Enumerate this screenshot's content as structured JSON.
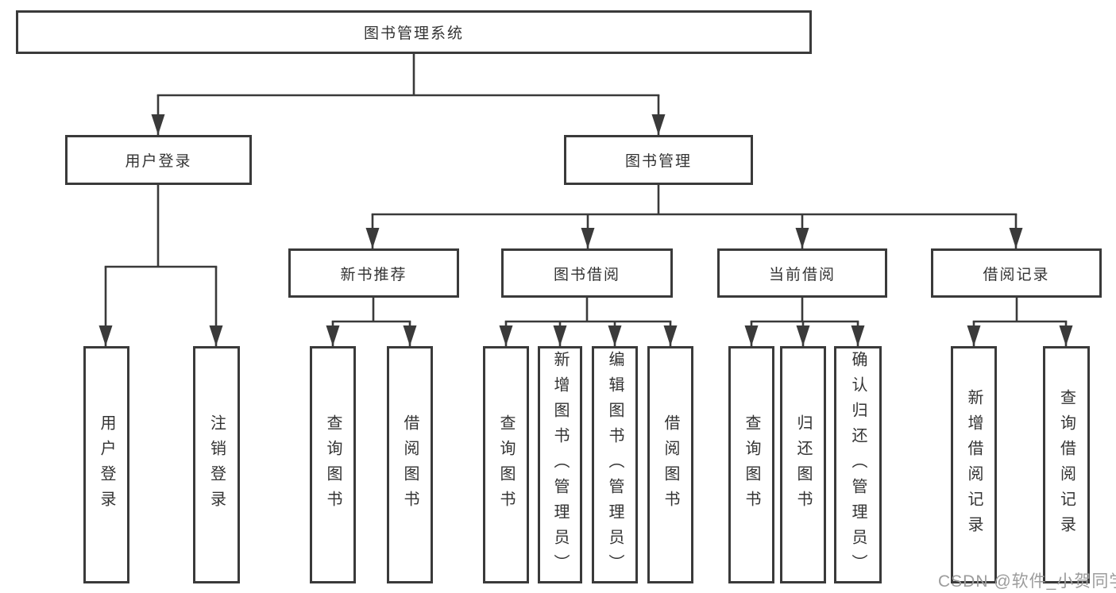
{
  "diagram_type": "hierarchy-tree",
  "hierarchy": {
    "label": "图书管理系统",
    "children": [
      {
        "label": "用户登录",
        "children": [
          {
            "label": "用户登录"
          },
          {
            "label": "注销登录"
          }
        ]
      },
      {
        "label": "图书管理",
        "children": [
          {
            "label": "新书推荐",
            "children": [
              {
                "label": "查询图书"
              },
              {
                "label": "借阅图书"
              }
            ]
          },
          {
            "label": "图书借阅",
            "children": [
              {
                "label": "查询图书"
              },
              {
                "label": "新增图书（管理员）"
              },
              {
                "label": "编辑图书（管理员）"
              },
              {
                "label": "借阅图书"
              }
            ]
          },
          {
            "label": "当前借阅",
            "children": [
              {
                "label": "查询图书"
              },
              {
                "label": "归还图书"
              },
              {
                "label": "确认归还（管理员）"
              }
            ]
          },
          {
            "label": "借阅记录",
            "children": [
              {
                "label": "新增借阅记录"
              },
              {
                "label": "查询借阅记录"
              }
            ]
          }
        ]
      }
    ]
  },
  "watermark": {
    "text": "CSDN @软件_小贺同学"
  },
  "colors": {
    "line": "#3a3a3a",
    "box_border": "#3a3a3a",
    "box_bg": "#ffffff",
    "text": "#333333",
    "watermark": "#9c9c9c",
    "page_bg": "#ffffff"
  }
}
